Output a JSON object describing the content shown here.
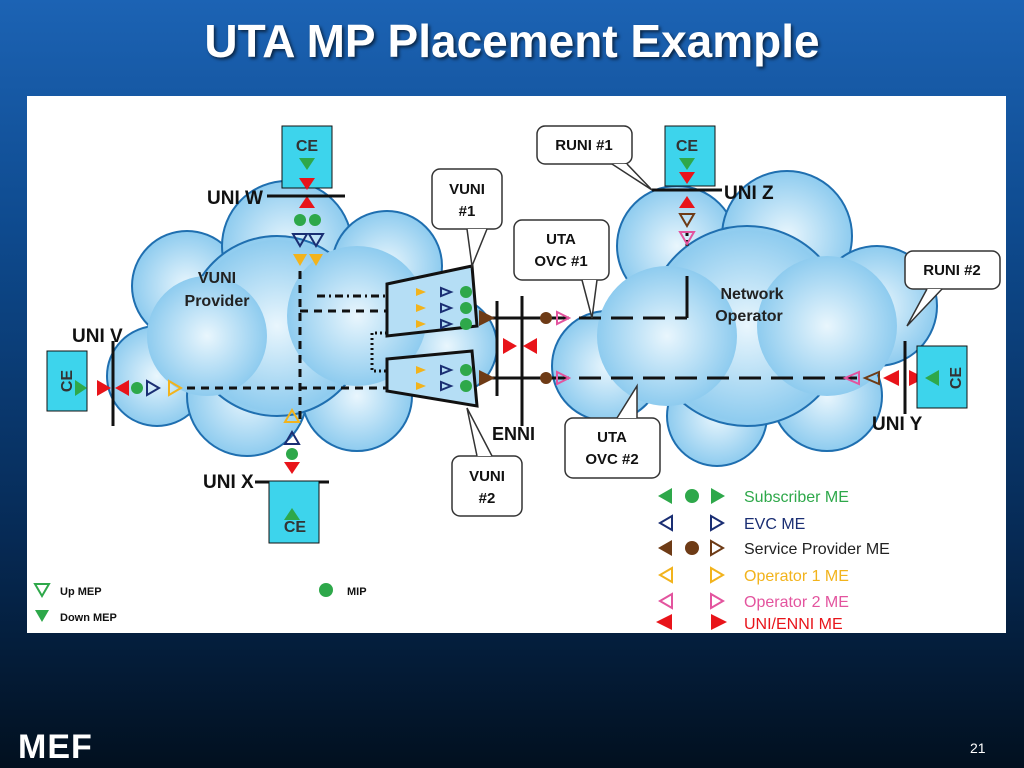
{
  "title": "UTA MP Placement Example",
  "page_number": "21",
  "logo": "MEF",
  "diagram": {
    "ce_label": "CE",
    "uni_w": "UNI W",
    "uni_v": "UNI V",
    "uni_x": "UNI X",
    "uni_z": "UNI Z",
    "uni_y": "UNI Y",
    "enni": "ENNI",
    "vuni_provider_line1": "VUNI",
    "vuni_provider_line2": "Provider",
    "network_operator_line1": "Network",
    "network_operator_line2": "Operator",
    "callout_runi1": "RUNI #1",
    "callout_runi2": "RUNI #2",
    "callout_vuni1_line1": "VUNI",
    "callout_vuni1_line2": "#1",
    "callout_vuni2_line1": "VUNI",
    "callout_vuni2_line2": "#2",
    "callout_uta1_line1": "UTA",
    "callout_uta1_line2": "OVC #1",
    "callout_uta2_line1": "UTA",
    "callout_uta2_line2": "OVC #2"
  },
  "legend_left": {
    "up_mep": "Up MEP",
    "down_mep": "Down MEP",
    "mip": "MIP"
  },
  "legend_right": [
    {
      "label": "Subscriber ME",
      "color": "#2ea84a"
    },
    {
      "label": "EVC ME",
      "color": "#1a2e73"
    },
    {
      "label": "Service Provider ME",
      "color": "#222222"
    },
    {
      "label": "Operator 1 ME",
      "color": "#f2b31c"
    },
    {
      "label": "Operator 2 ME",
      "color": "#e3549e"
    },
    {
      "label": "UNI/ENNI ME",
      "color": "#e8141a"
    }
  ],
  "colors": {
    "subscriber": "#2ea84a",
    "evc": "#1a2e73",
    "service_provider": "#6e3b16",
    "operator1": "#f2b31c",
    "operator2": "#e3549e",
    "uni_enni": "#e8141a",
    "cloud": "#b5def5",
    "ce_box": "#3dd4ec"
  }
}
